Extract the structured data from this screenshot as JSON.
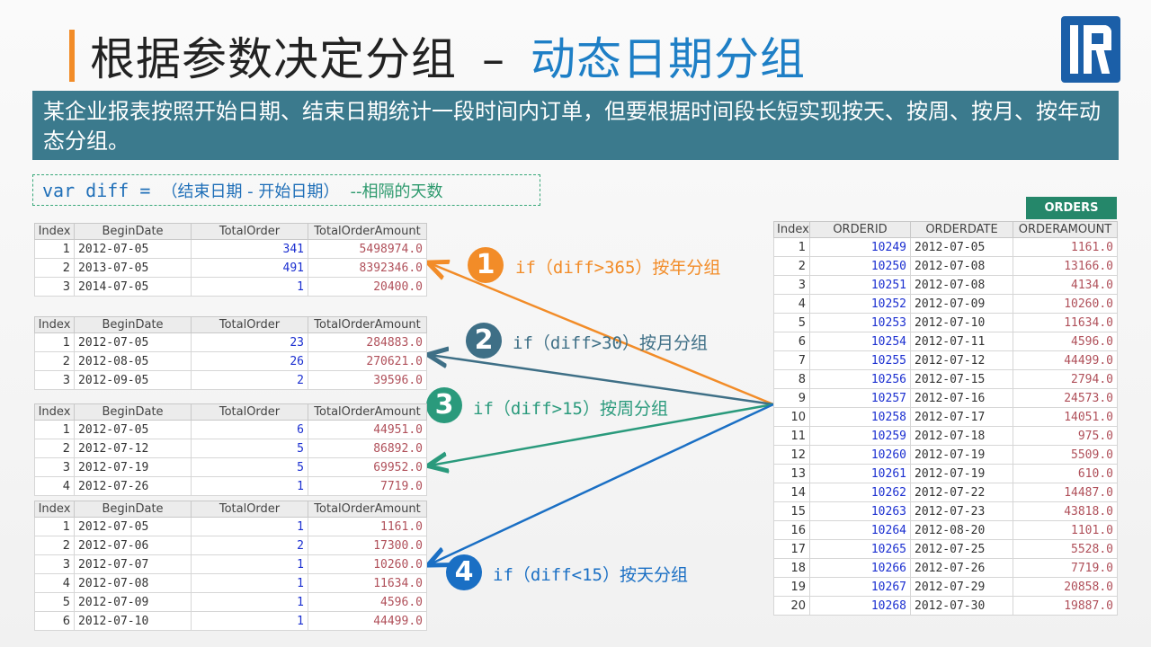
{
  "title": {
    "main": "根据参数决定分组",
    "dash": "–",
    "sub": "动态日期分组"
  },
  "banner": {
    "text": "某企业报表按照开始日期、结束日期统计一段时间内订单，但要根据时间段长短实现按天、按周、按月、按年动态分组。"
  },
  "code": {
    "prefix": "var diff = ",
    "lp": "（",
    "expr": "结束日期 - 开始日期",
    "rp": "）",
    "comment": "--相隔的天数"
  },
  "colors": {
    "orange": "#f28c28",
    "slate": "#3e6f86",
    "teal": "#2a9a7c",
    "blue": "#1a6fc4",
    "banner": "#3b7a8d"
  },
  "left_headers": [
    "Index",
    "BeginDate",
    "TotalOrder",
    "TotalOrderAmount"
  ],
  "tables": {
    "year": [
      [
        "1",
        "2012-07-05",
        "341",
        "5498974.0"
      ],
      [
        "2",
        "2013-07-05",
        "491",
        "8392346.0"
      ],
      [
        "3",
        "2014-07-05",
        "1",
        "20400.0"
      ]
    ],
    "month": [
      [
        "1",
        "2012-07-05",
        "23",
        "284883.0"
      ],
      [
        "2",
        "2012-08-05",
        "26",
        "270621.0"
      ],
      [
        "3",
        "2012-09-05",
        "2",
        "39596.0"
      ]
    ],
    "week": [
      [
        "1",
        "2012-07-05",
        "6",
        "44951.0"
      ],
      [
        "2",
        "2012-07-12",
        "5",
        "86892.0"
      ],
      [
        "3",
        "2012-07-19",
        "5",
        "69952.0"
      ],
      [
        "4",
        "2012-07-26",
        "1",
        "7719.0"
      ]
    ],
    "day": [
      [
        "1",
        "2012-07-05",
        "1",
        "1161.0"
      ],
      [
        "2",
        "2012-07-06",
        "2",
        "17300.0"
      ],
      [
        "3",
        "2012-07-07",
        "1",
        "10260.0"
      ],
      [
        "4",
        "2012-07-08",
        "1",
        "11634.0"
      ],
      [
        "5",
        "2012-07-09",
        "1",
        "4596.0"
      ],
      [
        "6",
        "2012-07-10",
        "1",
        "44499.0"
      ]
    ]
  },
  "conditions": [
    {
      "num": "1",
      "code": "if（diff>365）",
      "label": "按年分组"
    },
    {
      "num": "2",
      "code": "if（diff>30）",
      "label": "按月分组"
    },
    {
      "num": "3",
      "code": "if（diff>15）",
      "label": "按周分组"
    },
    {
      "num": "4",
      "code": "if（diff<15）",
      "label": "按天分组"
    }
  ],
  "orders": {
    "button": "ORDERS",
    "headers": [
      "Index",
      "ORDERID",
      "ORDERDATE",
      "ORDERAMOUNT"
    ],
    "rows": [
      [
        "1",
        "10249",
        "2012-07-05",
        "1161.0"
      ],
      [
        "2",
        "10250",
        "2012-07-08",
        "13166.0"
      ],
      [
        "3",
        "10251",
        "2012-07-08",
        "4134.0"
      ],
      [
        "4",
        "10252",
        "2012-07-09",
        "10260.0"
      ],
      [
        "5",
        "10253",
        "2012-07-10",
        "11634.0"
      ],
      [
        "6",
        "10254",
        "2012-07-11",
        "4596.0"
      ],
      [
        "7",
        "10255",
        "2012-07-12",
        "44499.0"
      ],
      [
        "8",
        "10256",
        "2012-07-15",
        "2794.0"
      ],
      [
        "9",
        "10257",
        "2012-07-16",
        "24573.0"
      ],
      [
        "10",
        "10258",
        "2012-07-17",
        "14051.0"
      ],
      [
        "11",
        "10259",
        "2012-07-18",
        "975.0"
      ],
      [
        "12",
        "10260",
        "2012-07-19",
        "5509.0"
      ],
      [
        "13",
        "10261",
        "2012-07-19",
        "610.0"
      ],
      [
        "14",
        "10262",
        "2012-07-22",
        "14487.0"
      ],
      [
        "15",
        "10263",
        "2012-07-23",
        "43818.0"
      ],
      [
        "16",
        "10264",
        "2012-08-20",
        "1101.0"
      ],
      [
        "17",
        "10265",
        "2012-07-25",
        "5528.0"
      ],
      [
        "18",
        "10266",
        "2012-07-26",
        "7719.0"
      ],
      [
        "19",
        "10267",
        "2012-07-29",
        "20858.0"
      ],
      [
        "20",
        "10268",
        "2012-07-30",
        "19887.0"
      ]
    ]
  }
}
